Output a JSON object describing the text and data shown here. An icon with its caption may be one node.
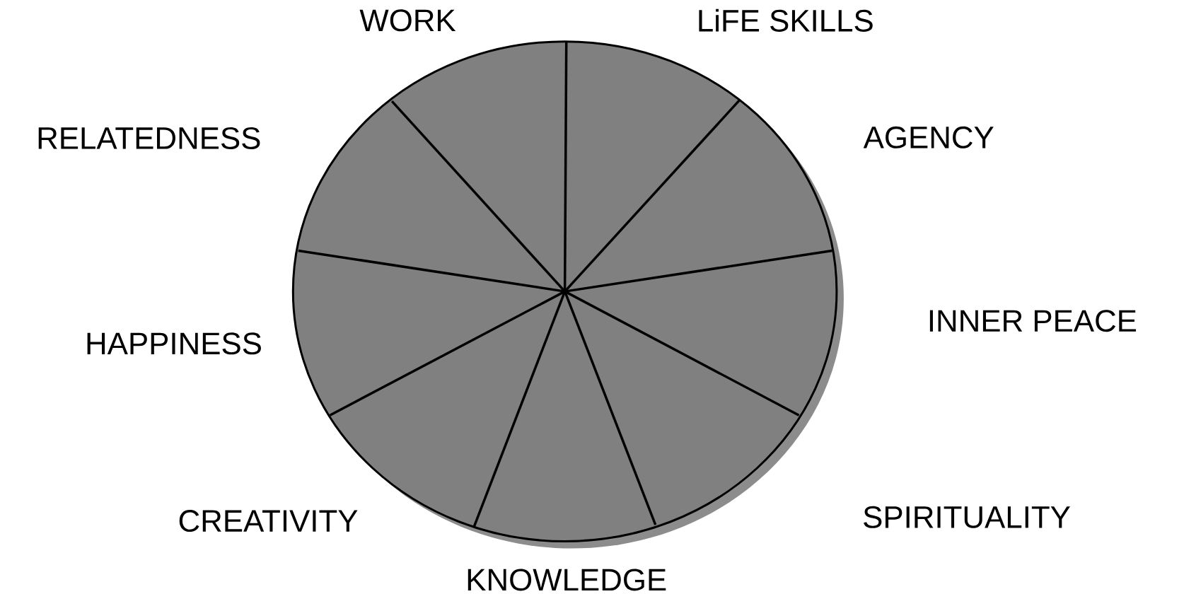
{
  "diagram": {
    "labels": [
      "WORK",
      "LiFE SKILLS",
      "RELATEDNESS",
      "AGENCY",
      "INNER PEACE",
      "HAPPINESS",
      "SPIRITUALITY",
      "CREATIVITY",
      "KNOWLEDGE"
    ]
  }
}
